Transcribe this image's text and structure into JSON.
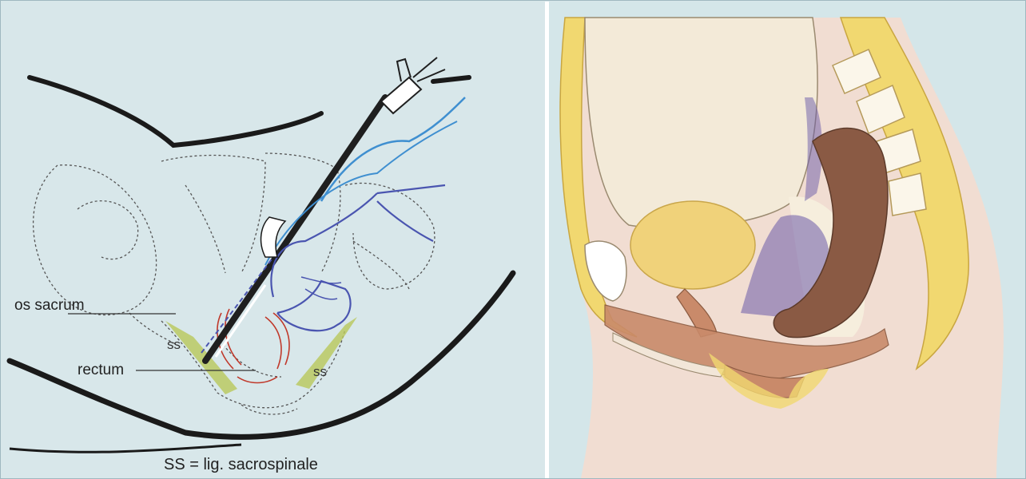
{
  "left_panel": {
    "labels": {
      "os_sacrum": "os sacrum",
      "rectum": "rectum",
      "ss_left": "ss",
      "ss_right": "ss"
    },
    "caption": "SS = lig. sacrospinale"
  },
  "colors": {
    "background": "#d8e7ea",
    "outline": "#1a1a1a",
    "instrument": "#1f1f1f",
    "hand": "#4a55b0",
    "ligament": "#b9c85a",
    "suture_red": "#c0392b",
    "cable_blue": "#3f8fd0",
    "skin": "#f1ddd2",
    "bone": "#f1d870",
    "bladder": "#f0d27a",
    "rectum": "#8a5a44",
    "mesh": "#6a5aa8",
    "muscle": "#c98a6a"
  },
  "right_panel": {
    "structures_icons": [
      "pelvis-sagittal-icon",
      "bladder-icon",
      "rectum-icon",
      "mesh-icon",
      "sacrum-icon"
    ]
  }
}
